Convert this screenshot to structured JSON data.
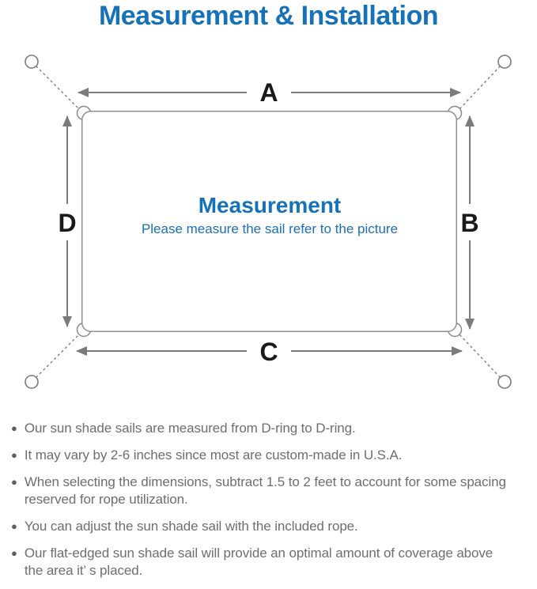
{
  "title": "Measurement & Installation",
  "diagram": {
    "dim_a": "A",
    "dim_b": "B",
    "dim_c": "C",
    "dim_d": "D",
    "center_title": "Measurement",
    "center_subtitle": "Please measure the sail refer to the picture"
  },
  "colors": {
    "accent_blue": "#1571b8",
    "line_gray": "#7b7b7b",
    "dim_label_black": "#1a1a1a",
    "note_text_gray": "#6e6e6e"
  },
  "notes": [
    "Our sun shade sails are measured from D-ring to D-ring.",
    "It may vary by 2-6 inches since most are custom-made in U.S.A.",
    "When selecting the dimensions, subtract 1.5 to 2 feet to account for some spacing\nreserved for rope utilization.",
    "You can adjust the sun shade sail with the included rope.",
    "Our flat-edged sun shade sail will provide an optimal amount of coverage above\nthe area it’ s placed."
  ]
}
